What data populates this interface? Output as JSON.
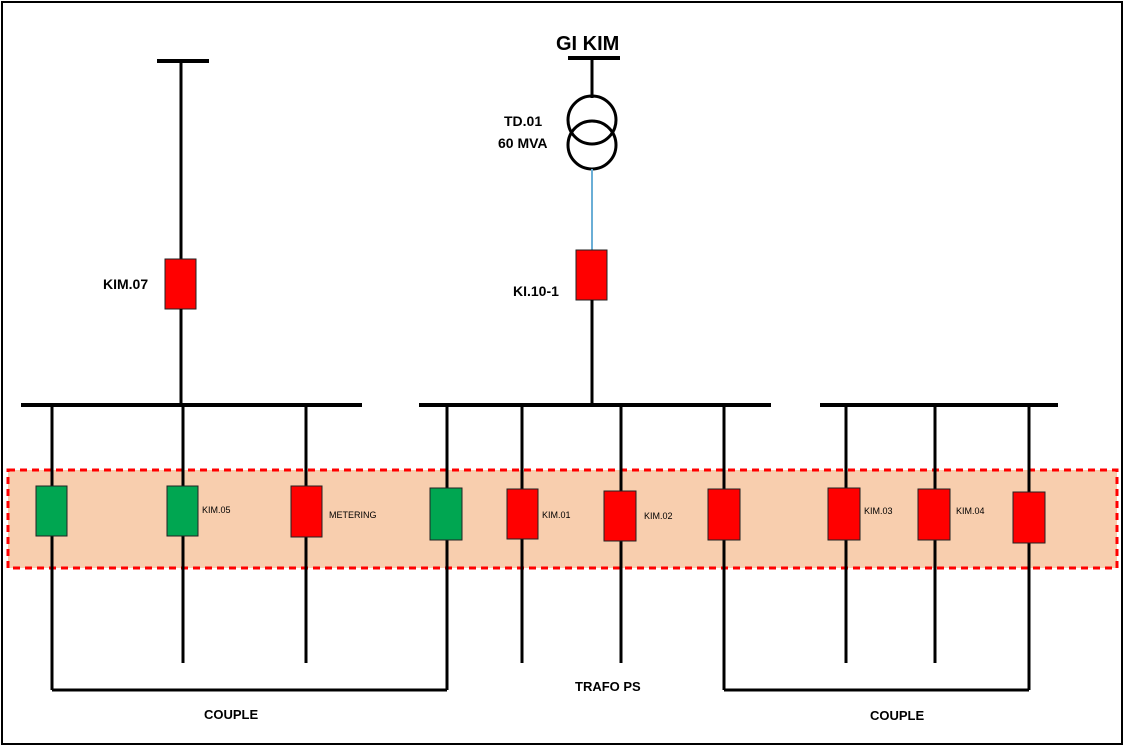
{
  "title": "GI KIM",
  "transformer": {
    "name": "TD.01",
    "rating": "60 MVA"
  },
  "incomers": [
    {
      "label": "KIM.07",
      "status": "closed"
    },
    {
      "label": "KI.10-1",
      "status": "closed"
    }
  ],
  "feeders": [
    {
      "label": "",
      "status": "open"
    },
    {
      "label": "KIM.05",
      "status": "open"
    },
    {
      "label": "METERING",
      "status": "closed"
    },
    {
      "label": "",
      "status": "open"
    },
    {
      "label": "KIM.01",
      "status": "closed"
    },
    {
      "label": "KIM.02",
      "status": "closed"
    },
    {
      "label": "",
      "status": "closed"
    },
    {
      "label": "KIM.03",
      "status": "closed"
    },
    {
      "label": "KIM.04",
      "status": "closed"
    },
    {
      "label": "",
      "status": "closed"
    }
  ],
  "bottom_labels": {
    "couple_left": "COUPLE",
    "trafo_ps": "TRAFO PS",
    "couple_right": "COUPLE"
  },
  "colors": {
    "closed": "#ff0000",
    "open": "#00a651",
    "highlight_fill": "#f8ceae",
    "highlight_border": "#ff0000",
    "transformer_link": "#6aaed6"
  }
}
